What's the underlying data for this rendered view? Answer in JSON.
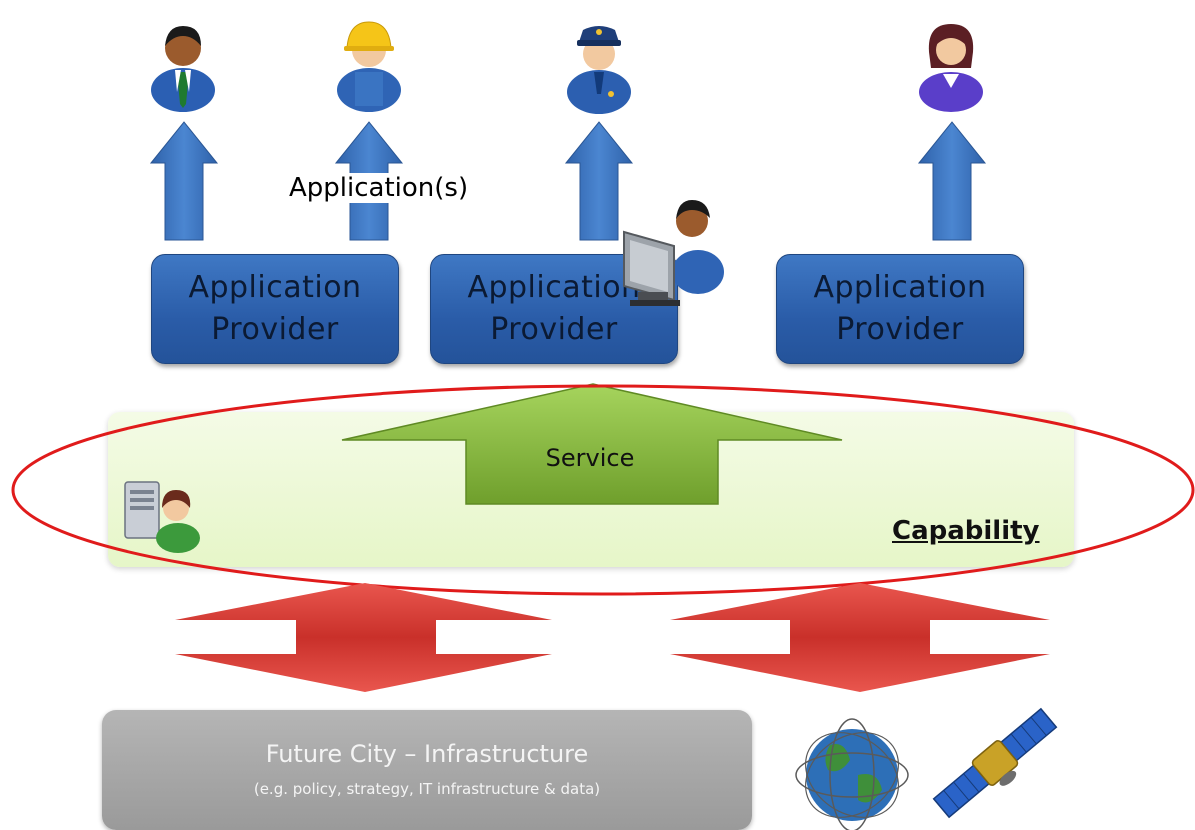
{
  "top_label": "Application(s)",
  "providers": [
    {
      "line1": "Application",
      "line2": "Provider"
    },
    {
      "line1": "Application",
      "line2": "Provider"
    },
    {
      "line1": "Application",
      "line2": "Provider"
    }
  ],
  "service_label": "Service",
  "capability_label": "Capability",
  "infrastructure": {
    "title": "Future City – Infrastructure",
    "subtitle": "(e.g. policy, strategy, IT infrastructure & data)"
  },
  "colors": {
    "provider_blue": "#2f65b0",
    "arrow_blue": "#3a74c2",
    "service_green": "#8cbf3f",
    "capability_panel": "#e8f7cf",
    "red_arrow": "#d9413a",
    "ellipse_red": "#e01b1b",
    "infra_gray": "#a6a6a6"
  },
  "icons": [
    "businessman-icon",
    "construction-worker-icon",
    "police-officer-icon",
    "woman-user-icon",
    "computer-operator-icon",
    "server-admin-icon",
    "globe-network-icon",
    "satellite-icon"
  ]
}
